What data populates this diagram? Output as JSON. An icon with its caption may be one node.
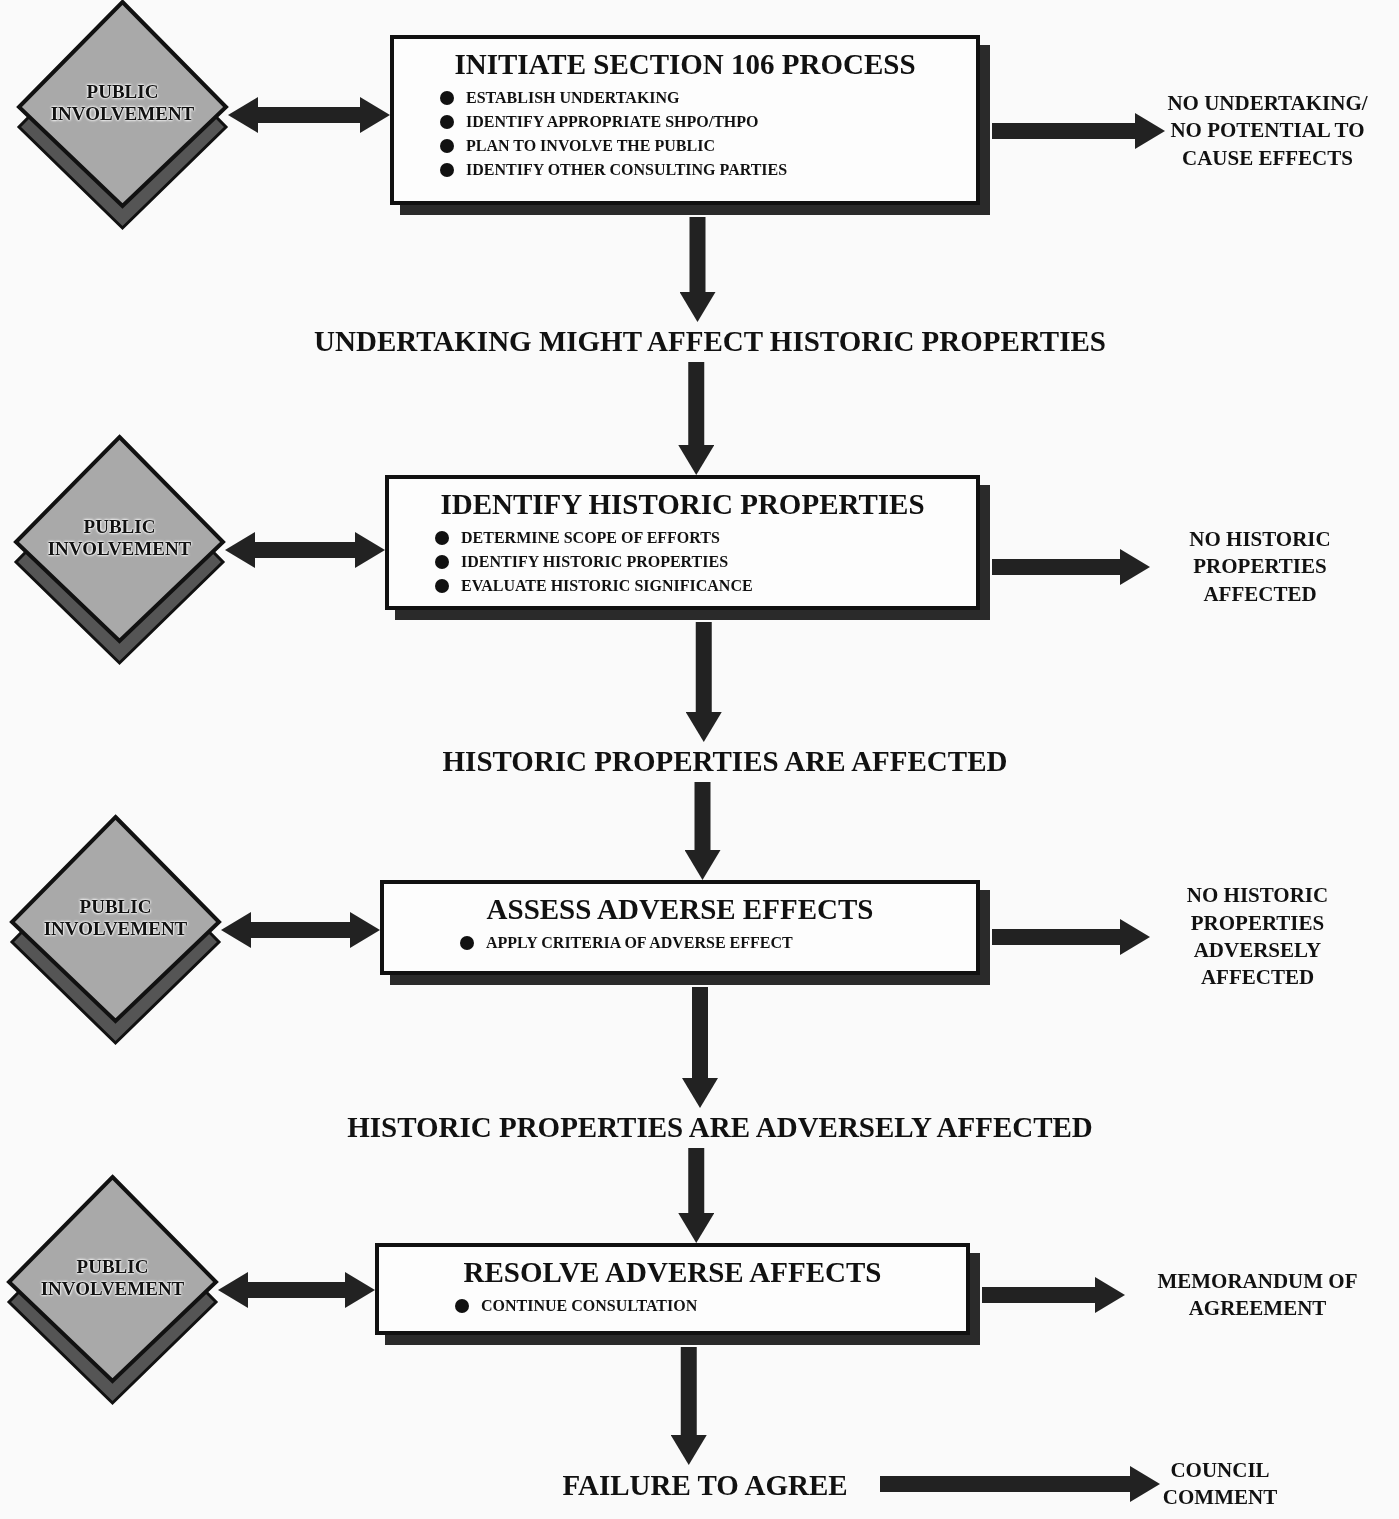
{
  "diagram": {
    "nodes": [
      {
        "text": [
          "PUBLIC INVOLVEMENT"
        ]
      },
      {
        "text": [
          "INITIATE SECTION 106 PROCESS",
          "ESTABLISH UNDERTAKING",
          "IDENTIFY APPROPRIATE SHPO/THPO",
          "PLAN TO INVOLVE THE PUBLIC",
          "IDENTIFY OTHER CONSULTING PARTIES"
        ]
      },
      {
        "text": [
          "NO UNDERTAKING/ NO POTENTIAL TO CAUSE EFFECTS"
        ]
      },
      {
        "text": [
          "UNDERTAKING MIGHT AFFECT HISTORIC PROPERTIES"
        ]
      },
      {
        "text": [
          "PUBLIC INVOLVEMENT"
        ]
      },
      {
        "text": [
          "IDENTIFY HISTORIC PROPERTIES",
          "DETERMINE SCOPE OF EFFORTS",
          "IDENTIFY HISTORIC PROPERTIES",
          "EVALUATE HISTORIC SIGNIFICANCE"
        ]
      },
      {
        "text": [
          "NO HISTORIC PROPERTIES AFFECTED"
        ]
      },
      {
        "text": [
          "HISTORIC PROPERTIES ARE AFFECTED"
        ]
      },
      {
        "text": [
          "PUBLIC INVOLVEMENT"
        ]
      },
      {
        "text": [
          "ASSESS ADVERSE EFFECTS",
          "APPLY CRITERIA OF ADVERSE EFFECT"
        ]
      },
      {
        "text": [
          "NO HISTORIC PROPERTIES ADVERSELY AFFECTED"
        ]
      },
      {
        "text": [
          "HISTORIC PROPERTIES ARE ADVERSELY AFFECTED"
        ]
      },
      {
        "text": [
          "PUBLIC INVOLVEMENT"
        ]
      },
      {
        "text": [
          "RESOLVE ADVERSE AFFECTS",
          "CONTINUE CONSULTATION"
        ]
      },
      {
        "text": [
          "MEMORANDUM OF AGREEMENT"
        ]
      },
      {
        "text": [
          "FAILURE TO AGREE"
        ]
      },
      {
        "text": [
          "COUNCIL COMMENT"
        ]
      }
    ],
    "edges": [
      {
        "from": 0,
        "to": 1,
        "arrow": "both"
      },
      {
        "from": 1,
        "to": 2,
        "arrow": "to"
      },
      {
        "from": 1,
        "to": 3,
        "arrow": "to"
      },
      {
        "from": 3,
        "to": 5,
        "arrow": "to"
      },
      {
        "from": 4,
        "to": 5,
        "arrow": "both"
      },
      {
        "from": 5,
        "to": 6,
        "arrow": "to"
      },
      {
        "from": 5,
        "to": 7,
        "arrow": "to"
      },
      {
        "from": 7,
        "to": 9,
        "arrow": "to"
      },
      {
        "from": 8,
        "to": 9,
        "arrow": "both"
      },
      {
        "from": 9,
        "to": 10,
        "arrow": "to"
      },
      {
        "from": 9,
        "to": 11,
        "arrow": "to"
      },
      {
        "from": 11,
        "to": 13,
        "arrow": "to"
      },
      {
        "from": 12,
        "to": 13,
        "arrow": "both"
      },
      {
        "from": 13,
        "to": 14,
        "arrow": "to"
      },
      {
        "from": 13,
        "to": 15,
        "arrow": "to"
      },
      {
        "from": 15,
        "to": 16,
        "arrow": "to"
      }
    ]
  }
}
